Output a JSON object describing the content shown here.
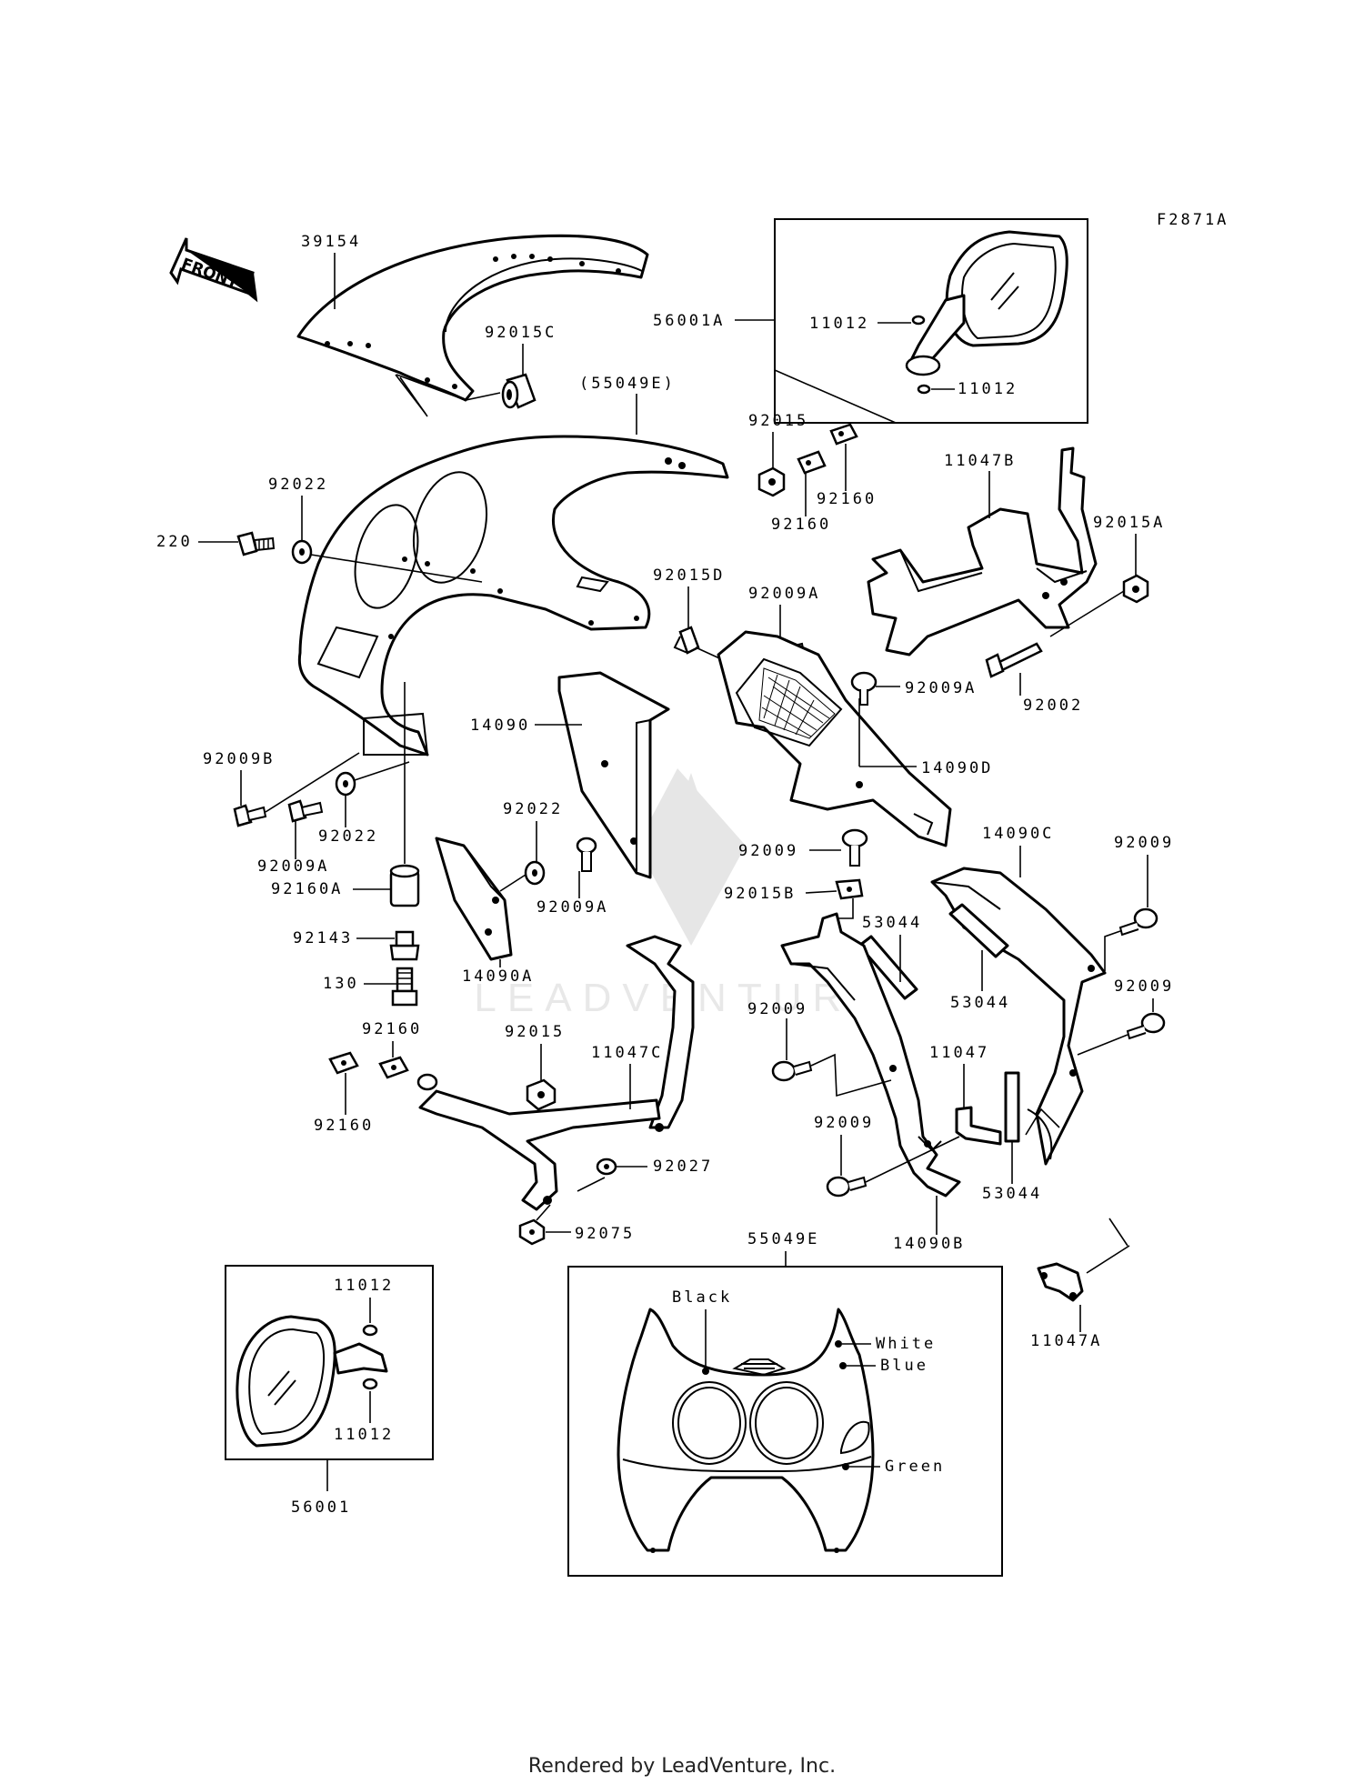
{
  "diagram_code": "F2871A",
  "front_label": "FRONT",
  "watermark": "LEADVENTURE",
  "footer": "Rendered by LeadVenture, Inc.",
  "labels": {
    "p39154": "39154",
    "p92015C": "92015C",
    "p55049E_ref": "(55049E)",
    "p56001A": "56001A",
    "p11012_a": "11012",
    "p11012_b": "11012",
    "p92015_top": "92015",
    "p92160_a": "92160",
    "p92160_b": "92160",
    "p11047B": "11047B",
    "p92015A": "92015A",
    "p92022_top": "92022",
    "p220": "220",
    "p92015D": "92015D",
    "p92009A_top": "92009A",
    "p92009A_mid": "92009A",
    "p92002": "92002",
    "p14090": "14090",
    "p14090D": "14090D",
    "p92009B": "92009B",
    "p92022_left": "92022",
    "p92009A_left": "92009A",
    "p92022_mid": "92022",
    "p92009A_center": "92009A",
    "p92160A": "92160A",
    "p92143": "92143",
    "p130": "130",
    "p14090A": "14090A",
    "p92009_mid": "92009",
    "p92015B": "92015B",
    "p14090C": "14090C",
    "p92009_right1": "92009",
    "p53044_a": "53044",
    "p53044_b": "53044",
    "p92009_right2": "92009",
    "p92160_c": "92160",
    "p92015_low": "92015",
    "p11047C": "11047C",
    "p92160_d": "92160",
    "p92009_low1": "92009",
    "p11047": "11047",
    "p92027": "92027",
    "p92009_low2": "92009",
    "p53044_c": "53044",
    "p92075": "92075",
    "p14090B": "14090B",
    "p55049E": "55049E",
    "p11012_c": "11012",
    "p11012_d": "11012",
    "p56001": "56001",
    "p11047A": "11047A",
    "color_black": "Black",
    "color_white": "White",
    "color_blue": "Blue",
    "color_green": "Green"
  }
}
